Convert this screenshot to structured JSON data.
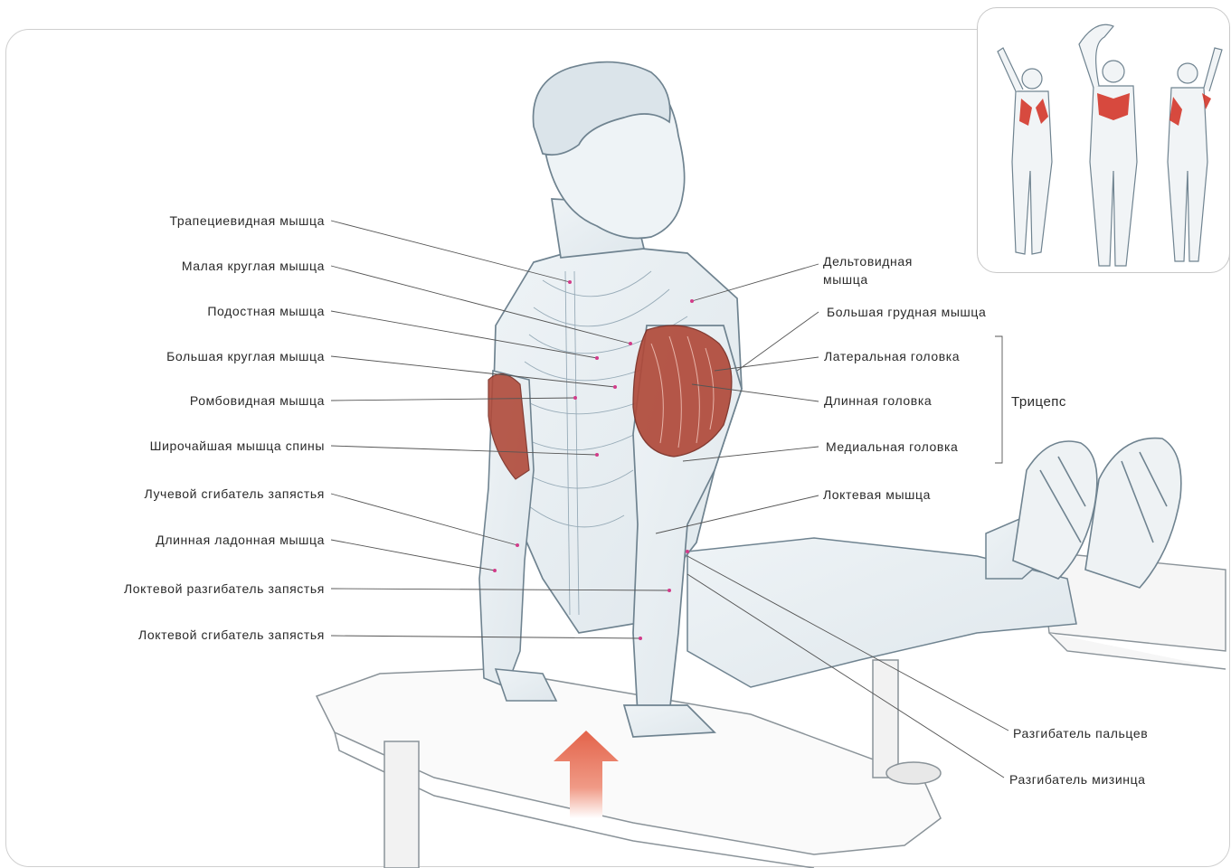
{
  "labels_left": [
    "Трапециевидная мышца",
    "Малая круглая мышца",
    "Подостная мышца",
    "Большая круглая мышца",
    "Ромбовидная мышца",
    "Широчайшая мышца спины",
    "Лучевой сгибатель запястья",
    "Длинная ладонная мышца",
    "Локтевой разгибатель запястья",
    "Локтевой сгибатель запястья"
  ],
  "labels_right": [
    "Дельтовидная мышца",
    "Большая грудная мышца",
    "Латеральная головка",
    "Длинная головка",
    "Медиальная головка",
    "Локтевая мышца"
  ],
  "group_label": "Трицепс",
  "labels_bottom_right": [
    "Разгибатель пальцев",
    "Разгибатель мизинца"
  ],
  "colors": {
    "target_muscle": "#b04a3a",
    "highlight_red": "#d4372b",
    "arrow": "#e3634a",
    "line": "#555555",
    "sketch": "#7d8f9c"
  }
}
